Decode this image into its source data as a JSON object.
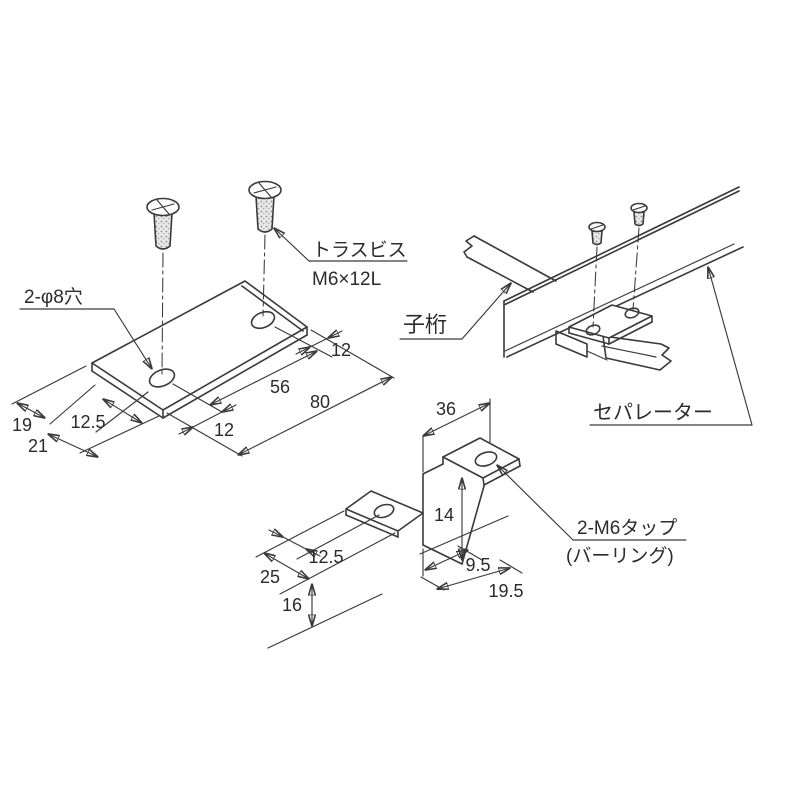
{
  "colors": {
    "line": "#3a3a3a",
    "background": "#ffffff"
  },
  "plate_view": {
    "label_holes": "2-φ8穴",
    "label_screw": "トラスビス",
    "label_screw_spec": "M6×12L",
    "dim_12_top": "12",
    "dim_56": "56",
    "dim_80": "80",
    "dim_12_bottom": "12",
    "dim_19": "19",
    "dim_21": "21",
    "dim_12_5": "12.5"
  },
  "assembly_view": {
    "label_girder": "子桁",
    "label_separator": "セパレーター"
  },
  "bracket_view": {
    "dim_36": "36",
    "dim_14": "14",
    "dim_12_5": "12.5",
    "dim_25": "25",
    "dim_16": "16",
    "dim_9_5": "9.5",
    "dim_19_5": "19.5",
    "label_tap": "2-M6タップ",
    "label_tap_note": "(バーリング)"
  }
}
